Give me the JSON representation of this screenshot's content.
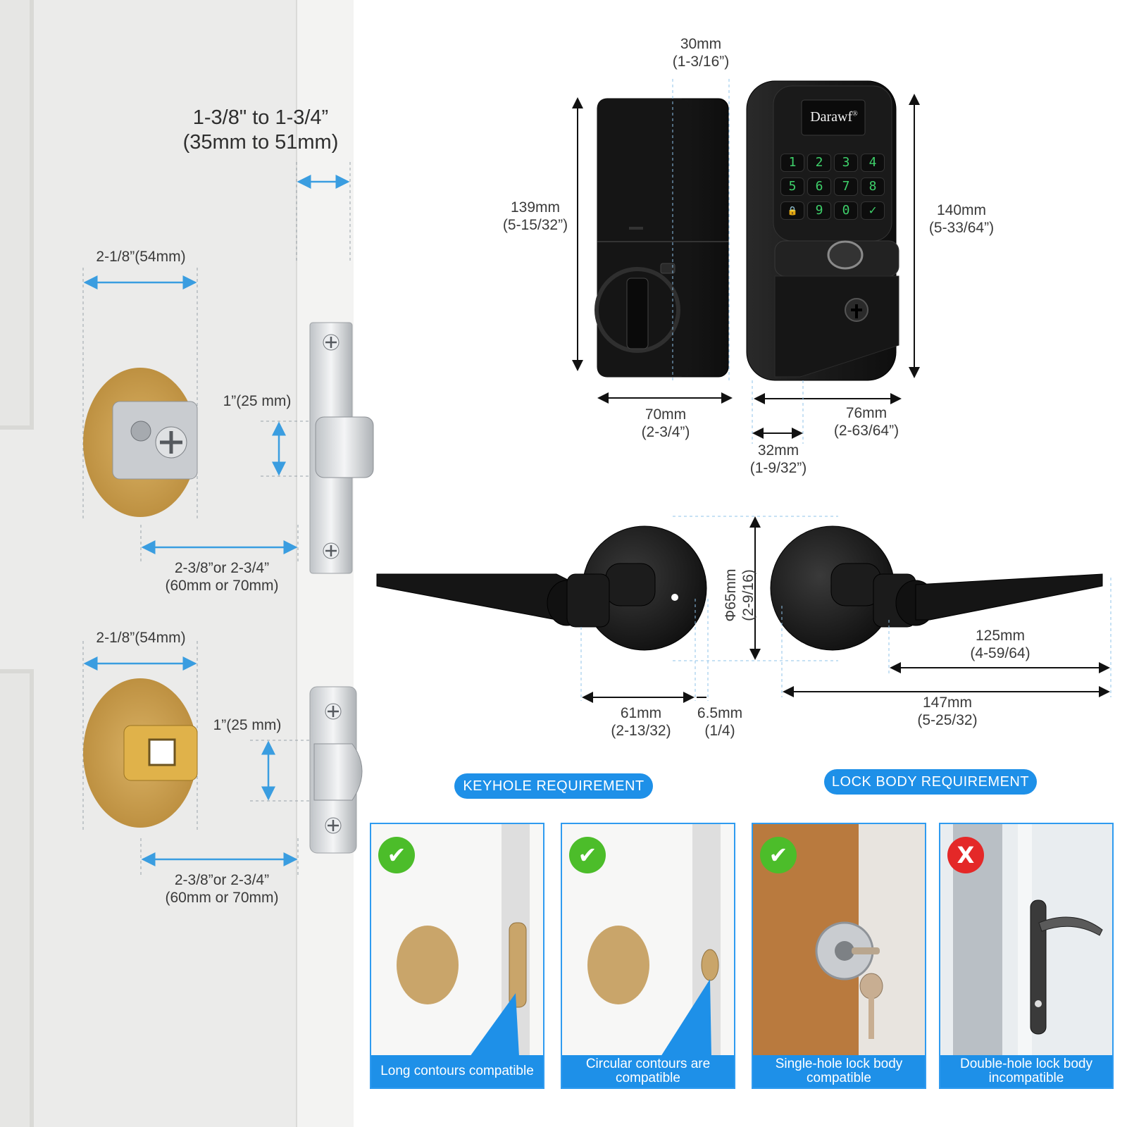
{
  "colors": {
    "accent": "#1e90e8",
    "dimension_line": "#3a9de0",
    "compatible": "#4cbd2a",
    "incompatible": "#e42828",
    "lock_body": "#1c1c1c",
    "keypad_digit": "#3ed06a"
  },
  "door": {
    "thickness": {
      "line1": "1-3/8\" to 1-3/4”",
      "line2": "(35mm to 51mm)"
    }
  },
  "latch_top": {
    "bore": "2-1/8”(54mm)",
    "face": "1”(25 mm)",
    "backset_line1": "2-3/8”or 2-3/4”",
    "backset_line2": "(60mm or 70mm)"
  },
  "latch_bottom": {
    "bore": "2-1/8”(54mm)",
    "face": "1”(25 mm)",
    "backset_line1": "2-3/8”or 2-3/4”",
    "backset_line2": "(60mm or 70mm)"
  },
  "deadbolt": {
    "brand": "Darawf",
    "brand_mark": "®",
    "keys": [
      "1",
      "2",
      "3",
      "4",
      "5",
      "6",
      "7",
      "8",
      "🔒",
      "9",
      "0",
      "✓"
    ],
    "depth": {
      "mm": "30mm",
      "in": "(1-3/16”)"
    },
    "interior_height": {
      "mm": "139mm",
      "in": "(5-15/32”)"
    },
    "exterior_height": {
      "mm": "140mm",
      "in": "(5-33/64”)"
    },
    "interior_width": {
      "mm": "70mm",
      "in": "(2-3/4”)"
    },
    "exterior_width": {
      "mm": "76mm",
      "in": "(2-63/64”)"
    },
    "exterior_depth": {
      "mm": "32mm",
      "in": "(1-9/32”)"
    }
  },
  "lever": {
    "rose_diameter": {
      "mm": "Φ65mm",
      "in": "(2-9/16)"
    },
    "projection": {
      "mm": "61mm",
      "in": "(2-13/32)"
    },
    "rose_thickness": {
      "mm": "6.5mm",
      "in": "(1/4)"
    },
    "handle_length": {
      "mm": "125mm",
      "in": "(4-59/64)"
    },
    "overall_length": {
      "mm": "147mm",
      "in": "(5-25/32)"
    }
  },
  "requirements": {
    "keyhole_title": "KEYHOLE REQUIREMENT",
    "lock_body_title": "LOCK BODY REQUIREMENT",
    "cards": [
      {
        "caption": "Long contours compatible",
        "status": "✔"
      },
      {
        "caption": "Circular contours are compatible",
        "status": "✔"
      },
      {
        "caption": "Single-hole lock body compatible",
        "status": "✔"
      },
      {
        "caption": "Double-hole lock body incompatible",
        "status": "X"
      }
    ]
  }
}
